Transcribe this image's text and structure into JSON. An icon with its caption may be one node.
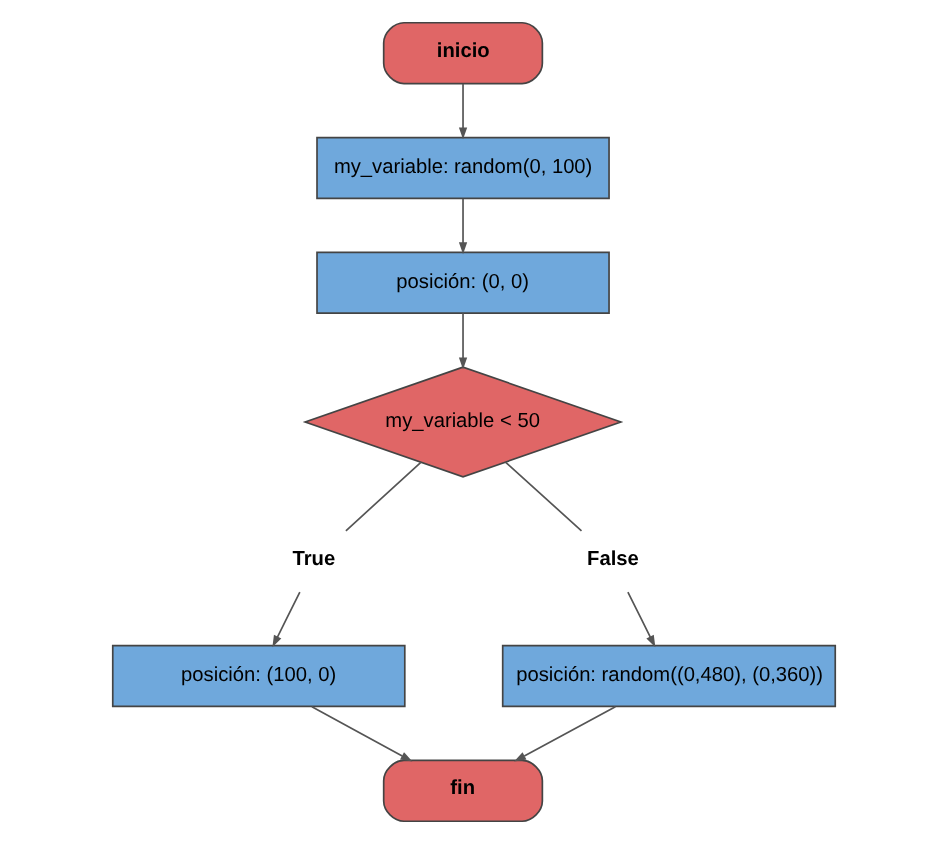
{
  "diagram": {
    "nodes": [
      {
        "text": [
          "inicio"
        ]
      },
      {
        "text": [
          "my_variable: random(0, 100)"
        ]
      },
      {
        "text": [
          "posición: (0, 0)"
        ]
      },
      {
        "text": [
          "my_variable < 50"
        ]
      },
      {
        "text": [
          "True"
        ]
      },
      {
        "text": [
          "False"
        ]
      },
      {
        "text": [
          "posición: (100, 0)"
        ]
      },
      {
        "text": [
          "posición: random((0,480), (0,360))"
        ]
      },
      {
        "text": [
          "fin"
        ]
      }
    ],
    "edges": [
      {
        "from": 0,
        "to": 1,
        "arrow": "to"
      },
      {
        "from": 1,
        "to": 2,
        "arrow": "to"
      },
      {
        "from": 2,
        "to": 3,
        "arrow": "to"
      },
      {
        "from": 3,
        "to": 4,
        "arrow": "none"
      },
      {
        "from": 3,
        "to": 5,
        "arrow": "none"
      },
      {
        "from": 4,
        "to": 6,
        "arrow": "to"
      },
      {
        "from": 5,
        "to": 7,
        "arrow": "to"
      },
      {
        "from": 6,
        "to": 8,
        "arrow": "to"
      },
      {
        "from": 7,
        "to": 8,
        "arrow": "to"
      }
    ]
  }
}
